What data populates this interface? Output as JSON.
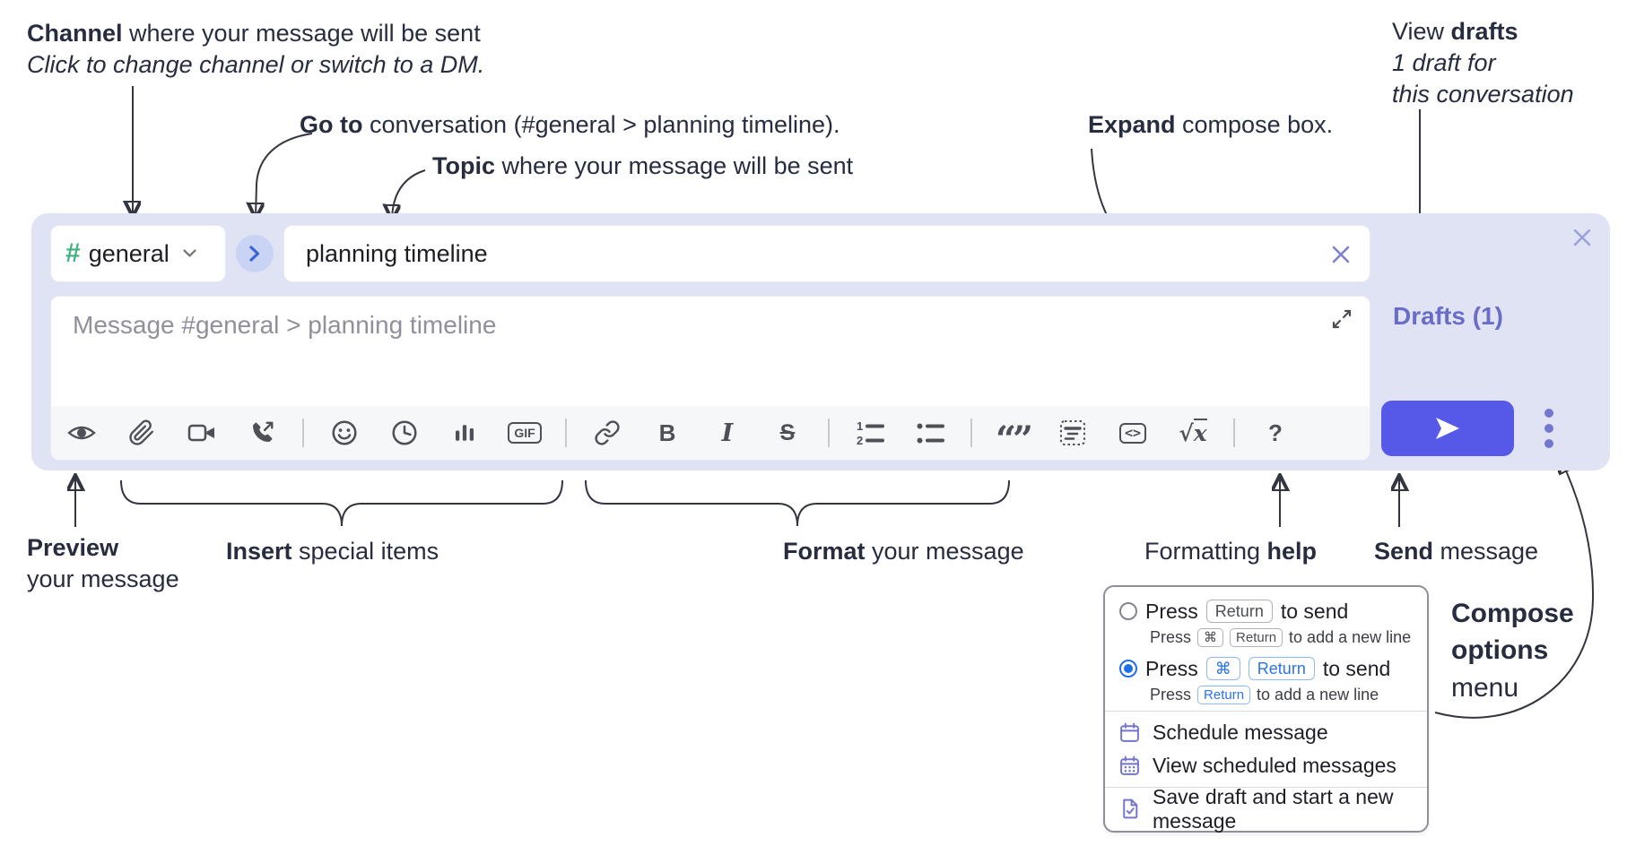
{
  "annotations": {
    "channel": {
      "bold": "Channel",
      "rest": " where your message will be sent",
      "italic": "Click to change channel or switch to a DM."
    },
    "goto": {
      "bold": "Go to",
      "rest": " conversation (#general > planning timeline)."
    },
    "topic": {
      "bold": "Topic",
      "rest": " where your message will be sent"
    },
    "expand": {
      "bold": "Expand",
      "rest": " compose box."
    },
    "view_drafts": {
      "line1_pre": "View ",
      "line1_bold": "drafts",
      "line2": "1 draft for",
      "line3": "this conversation"
    },
    "preview": {
      "bold": "Preview",
      "rest": "your message"
    },
    "insert": {
      "bold": "Insert",
      "rest": " special items"
    },
    "format": {
      "bold": "Format",
      "rest": " your message"
    },
    "help": {
      "pre": "Formatting ",
      "bold": "help"
    },
    "send": {
      "bold": "Send",
      "rest": " message"
    },
    "compose_options": {
      "line1": "Compose",
      "line2": "options",
      "line3": "menu"
    }
  },
  "compose": {
    "hash": "#",
    "channel_name": "general",
    "topic_value": "planning timeline",
    "message_placeholder": "Message #general > planning timeline",
    "drafts_label": "Drafts (1)",
    "toolbar": {
      "gif": "GIF",
      "bold": "B",
      "italic": "I",
      "strike": "S",
      "quote": "“”",
      "code": "<>",
      "formula_radical": "√",
      "formula_x": "x",
      "help": "?"
    }
  },
  "popup": {
    "options": [
      {
        "selected": false,
        "main": {
          "pre": "Press",
          "keys": [
            "Return"
          ],
          "post": "to send"
        },
        "sub": {
          "pre": "Press",
          "keys": [
            "⌘",
            "Return"
          ],
          "post": "to add a new line"
        }
      },
      {
        "selected": true,
        "main": {
          "pre": "Press",
          "keys": [
            "⌘",
            "Return"
          ],
          "post": "to send"
        },
        "sub": {
          "pre": "Press",
          "keys": [
            "Return"
          ],
          "post": "to add a new line"
        }
      }
    ],
    "items": [
      {
        "label": "Schedule message"
      },
      {
        "label": "View scheduled messages"
      },
      {
        "label": "Save draft and start a new message"
      }
    ]
  },
  "colors": {
    "container": "#e0e3f4",
    "send_accent": "#5659e8",
    "link_purple": "#6a6dc7",
    "hash_green": "#3eb37f",
    "goto_blue": "#3a63d8",
    "key_blue": "#2a74e8",
    "radio_blue": "#1f6ee8",
    "menu_icon_purple": "#7573d2"
  }
}
